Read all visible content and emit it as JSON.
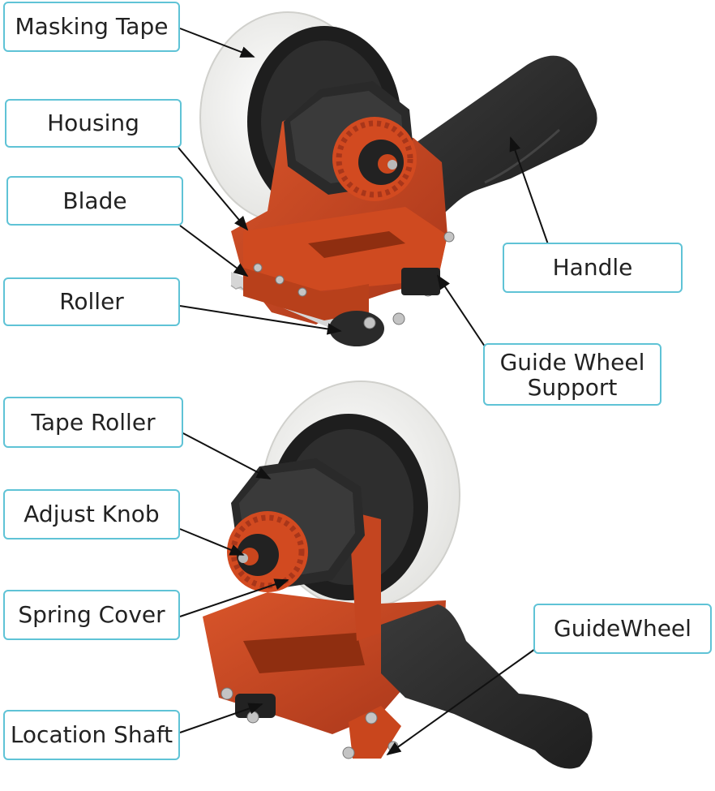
{
  "labels": {
    "masking_tape": "Masking Tape",
    "housing": "Housing",
    "blade": "Blade",
    "roller": "Roller",
    "handle": "Handle",
    "guide_wheel_support_line1": "Guide Wheel",
    "guide_wheel_support_line2": "Support",
    "tape_roller": "Tape Roller",
    "adjust_knob": "Adjust Knob",
    "spring_cover": "Spring Cover",
    "guidewheel": "GuideWheel",
    "location_shaft": "Location Shaft"
  },
  "colors": {
    "callout_border": "#5fc3d6",
    "body_orange": "#c9461d",
    "body_orange_dark": "#8f2e10",
    "grip_black": "#2b2b2b",
    "tape_white": "#f2f2f0",
    "metal": "#b9b9b9",
    "leader_line": "#111111"
  }
}
